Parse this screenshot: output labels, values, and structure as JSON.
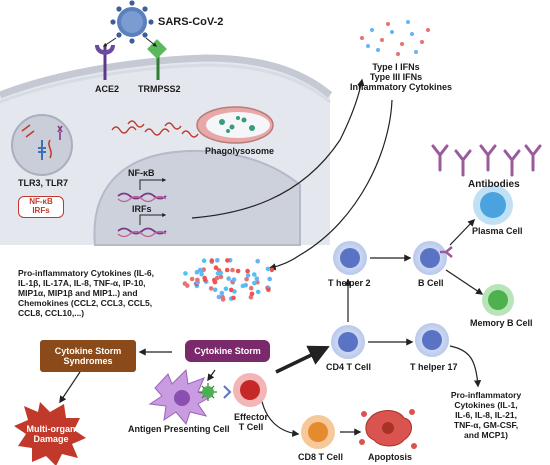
{
  "labels": {
    "virus": "SARS-CoV-2",
    "ace2": "ACE2",
    "trmpss2": "TRMPSS2",
    "tlr": "TLR3, TLR7",
    "nfkb_box": "NF-κB",
    "irfs_box": "IRFs",
    "phagolysosome": "Phagolysosome",
    "nfkb_gene": "NF-κB",
    "irfs_gene": "IRFs",
    "ifn_line1": "Type I IFNs",
    "ifn_line2": "Type III IFNs",
    "ifn_line3": "Inflammatory Cytokines",
    "antibodies": "Antibodies",
    "plasma_cell": "Plasma Cell",
    "b_cell": "B Cell",
    "memory_b_cell": "Memory B Cell",
    "t_helper_2": "T helper 2",
    "t_helper_17": "T helper 17",
    "cd4": "CD4 T Cell",
    "cd8": "CD8 T Cell",
    "apoptosis": "Apoptosis",
    "effector_line1": "Effector",
    "effector_line2": "T Cell",
    "apc": "Antigen Presenting Cell",
    "storm": "Cytokine Storm",
    "storm_syndromes_line1": "Cytokine Storm",
    "storm_syndromes_line2": "Syndromes",
    "multiorgan_line1": "Multi-organ",
    "multiorgan_line2": "Damage"
  },
  "proinflammatory_left": [
    "Pro-inflammatory Cytokines (IL-6,",
    "IL-1β, IL-17A, IL-8, TNF-α, IP-10,",
    "MIP1α, MIP1β and MIP1..) and",
    "Chemokines (CCL2, CCL3, CCL5,",
    "CCL8, CCL10,...)"
  ],
  "proinflammatory_right": [
    "Pro-inflammatory",
    "Cytokines (IL-1,",
    "IL-6, IL-8, IL-21,",
    "TNF-α, GM-CSF,",
    "and MCP1)"
  ],
  "colors": {
    "cell_bg": "#dfe3ea",
    "membrane": "#c9ced8",
    "virus": "#4a72b0",
    "storm_purple": "#7a2a6a",
    "storm_brown": "#8a4a1a",
    "damage_red": "#c0392b",
    "antibody": "#9b5a9b",
    "tcell_body": "#c7d7f2",
    "tcell_nucleus": "#5a73c4",
    "plasma": "#4aa3df",
    "memory": "#4db24d",
    "cd8": "#e68a2e",
    "apoptosis": "#c0392b"
  }
}
